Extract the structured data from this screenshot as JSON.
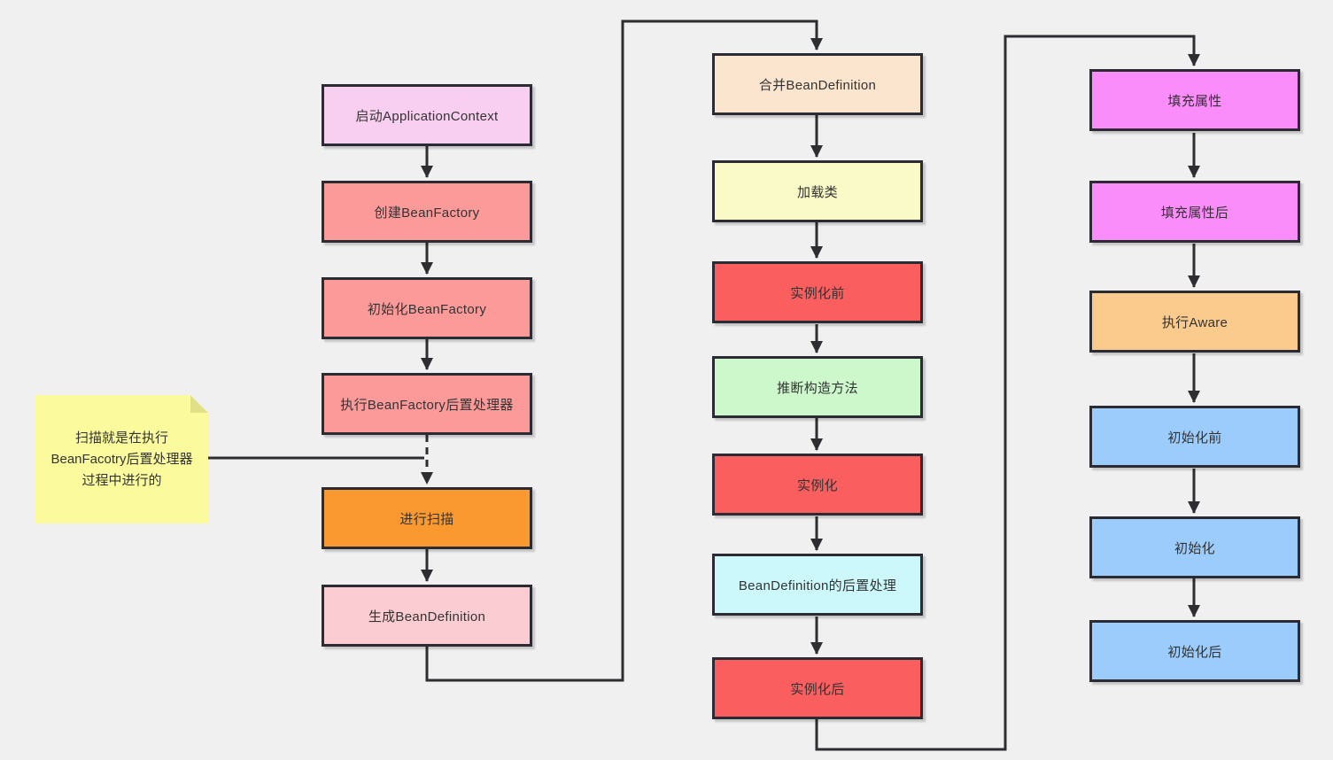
{
  "colors": {
    "background": "#F0F0F0",
    "node_border": "#2B2B33",
    "connector": "#2E2E32",
    "text": "#333333"
  },
  "columns": [
    {
      "name": "application-context-startup",
      "nodes": [
        {
          "label": "启动ApplicationContext",
          "fill": "#F9CFF1"
        },
        {
          "label": "创建BeanFactory",
          "fill": "#FC9A9A"
        },
        {
          "label": "初始化BeanFactory",
          "fill": "#FC9A9A"
        },
        {
          "label": "执行BeanFactory后置处理器",
          "fill": "#FC9A9A"
        },
        {
          "label": "进行扫描",
          "fill": "#FA9930"
        },
        {
          "label": "生成BeanDefinition",
          "fill": "#FBCDD2"
        }
      ]
    },
    {
      "name": "bean-creation",
      "nodes": [
        {
          "label": "合并BeanDefinition",
          "fill": "#FCE5CE"
        },
        {
          "label": "加载类",
          "fill": "#FAFAC8"
        },
        {
          "label": "实例化前",
          "fill": "#FA5E5E"
        },
        {
          "label": "推断构造方法",
          "fill": "#CDF8CC"
        },
        {
          "label": "实例化",
          "fill": "#FA5E5E"
        },
        {
          "label": "BeanDefinition的后置处理",
          "fill": "#CCF8FB"
        },
        {
          "label": "实例化后",
          "fill": "#FA5E5E"
        }
      ]
    },
    {
      "name": "bean-initialization",
      "nodes": [
        {
          "label": "填充属性",
          "fill": "#FB8DFB"
        },
        {
          "label": "填充属性后",
          "fill": "#FB8DFB"
        },
        {
          "label": "执行Aware",
          "fill": "#FBCA8D"
        },
        {
          "label": "初始化前",
          "fill": "#9BCCFB"
        },
        {
          "label": "初始化",
          "fill": "#9BCCFB"
        },
        {
          "label": "初始化后",
          "fill": "#9BCCFB"
        }
      ]
    }
  ],
  "note": {
    "fill": "#FBFB9E",
    "lines": [
      "扫描就是在执行",
      "BeanFacotry后置处理器",
      "过程中进行的"
    ]
  }
}
